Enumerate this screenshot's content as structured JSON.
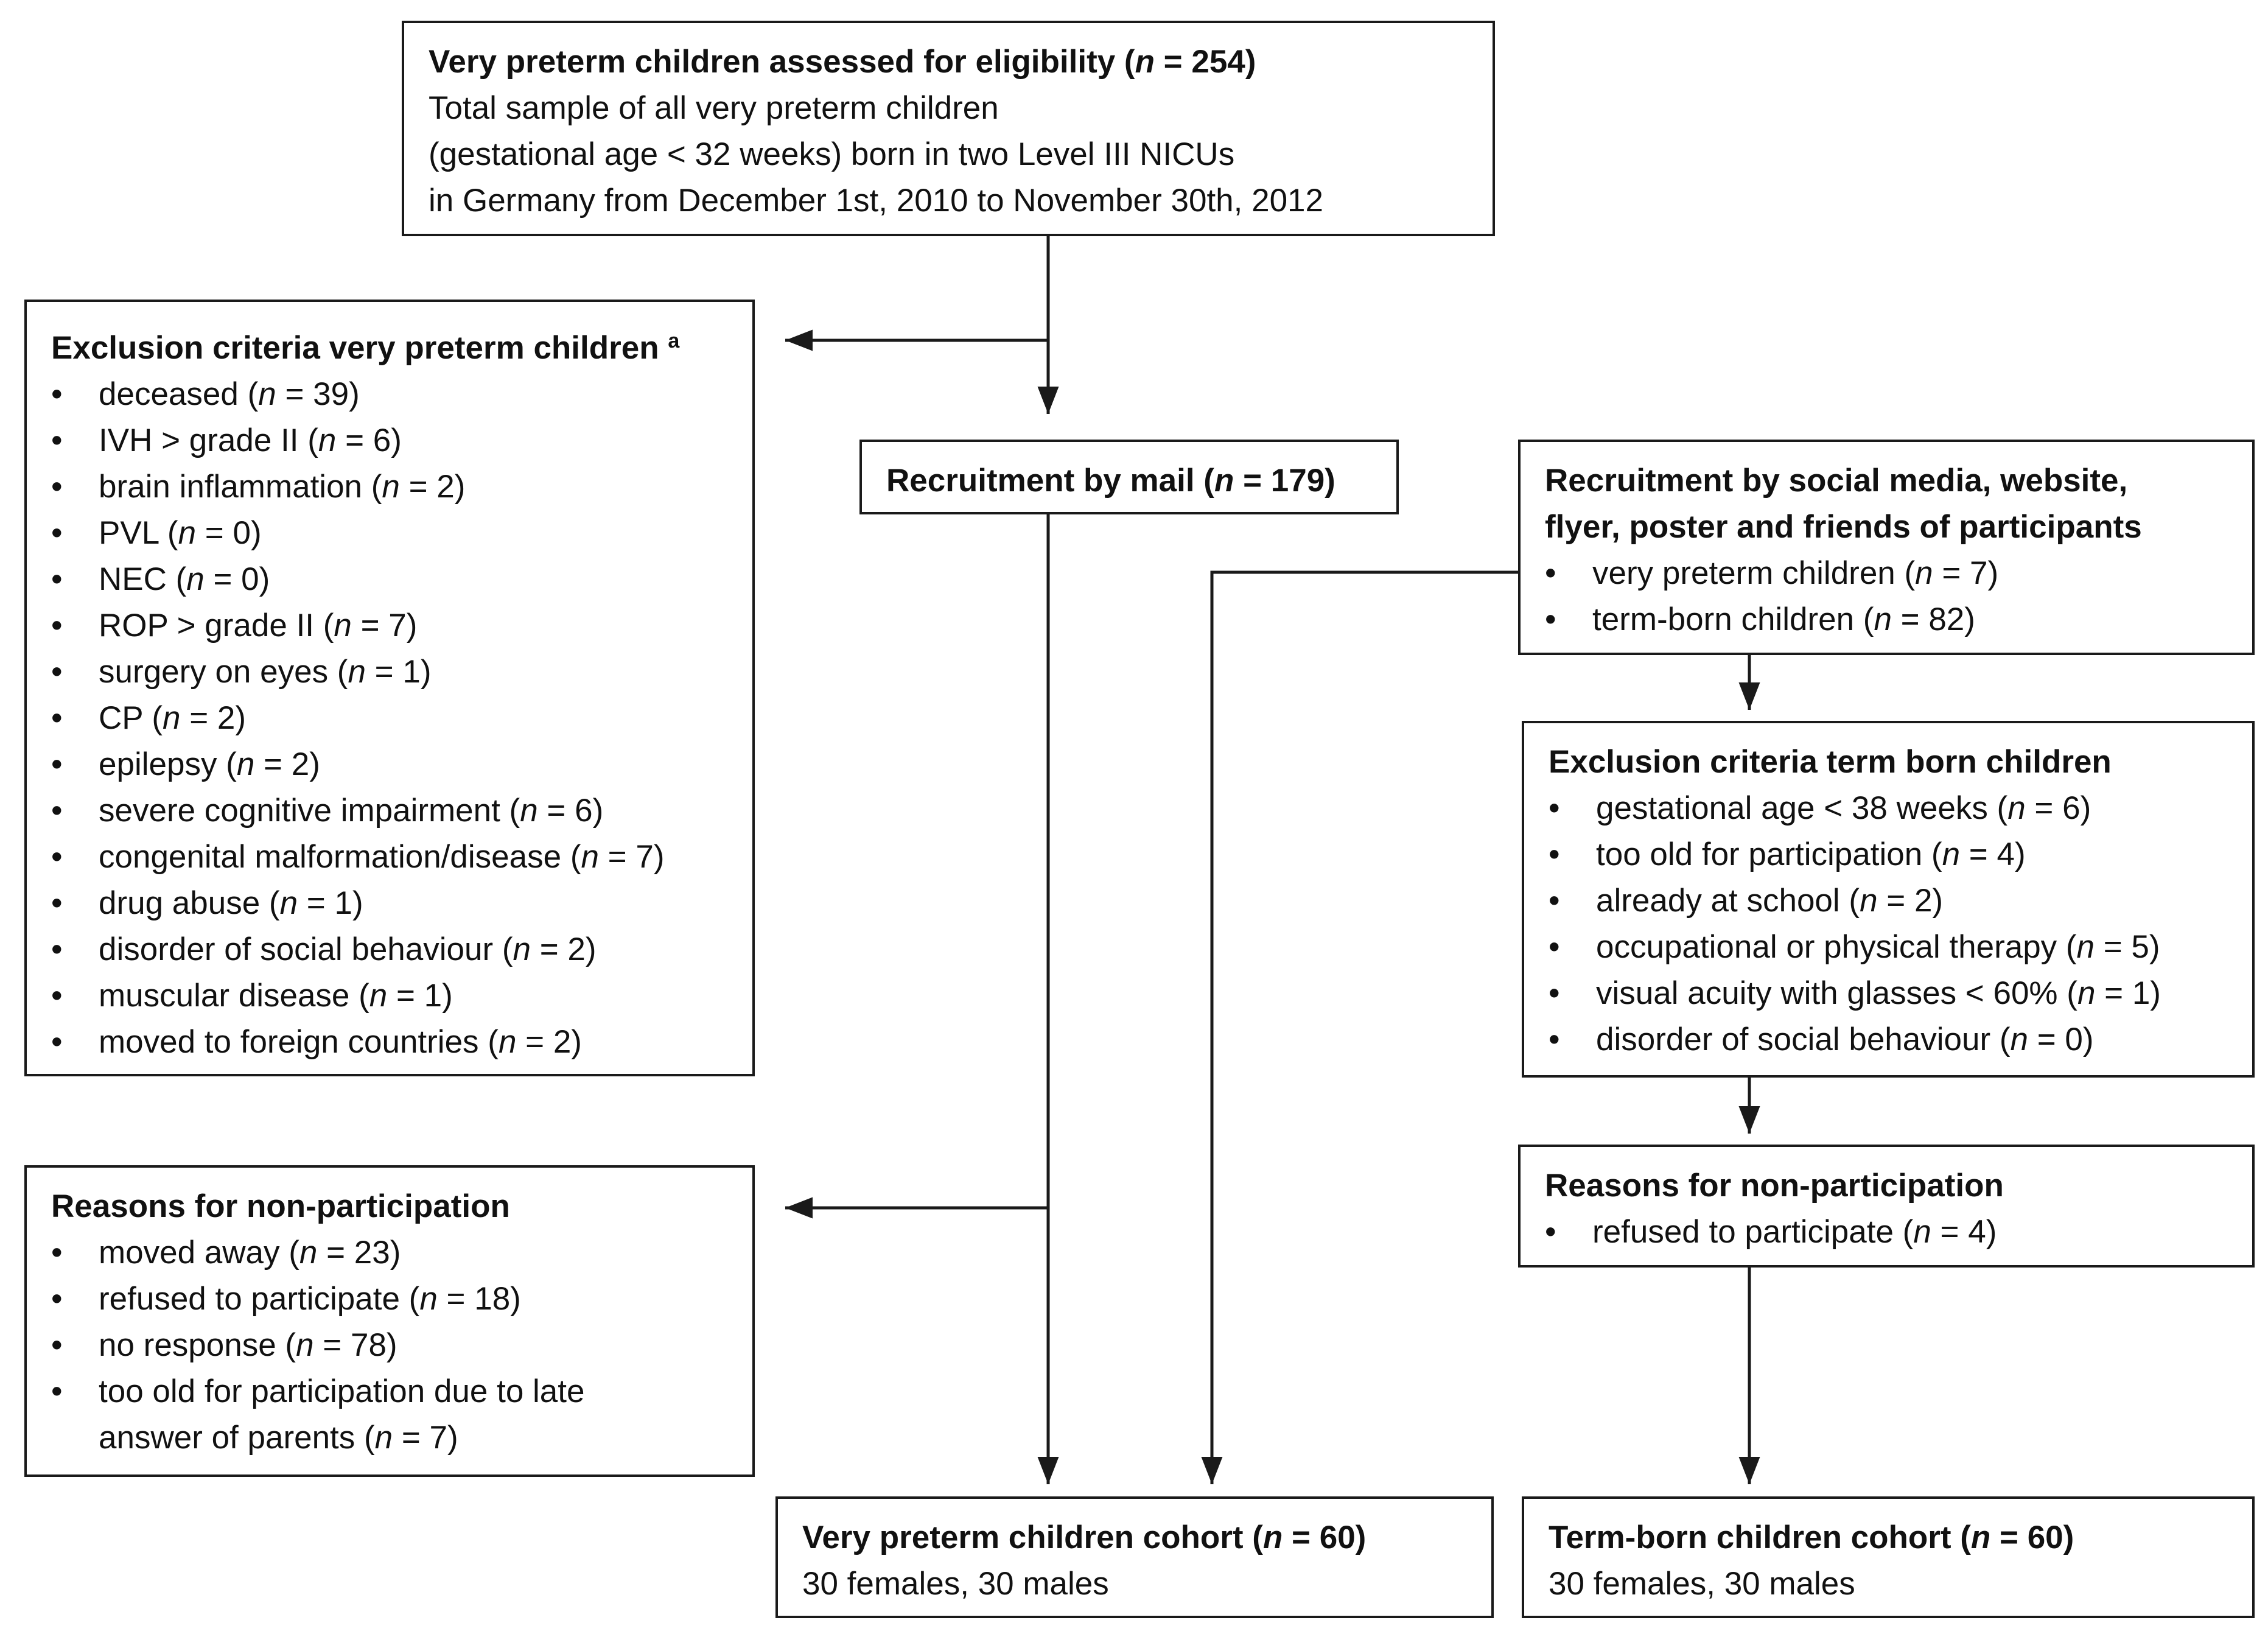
{
  "assessed": {
    "title_prefix": "Very preterm children assessed for eligibility (",
    "n_label": "n",
    "title_suffix": " = 254)",
    "lines": [
      "Total sample of all very preterm children",
      "(gestational age < 32 weeks) born in two Level III NICUs",
      "in Germany from December 1st, 2010 to November 30th, 2012"
    ]
  },
  "exclusion_preterm": {
    "title": "Exclusion criteria very preterm children",
    "footnote_mark": "a",
    "items": [
      {
        "pre": "deceased (",
        "n": "n",
        "post": " = 39)"
      },
      {
        "pre": "IVH > grade II (",
        "n": "n",
        "post": " = 6)"
      },
      {
        "pre": "brain inflammation (",
        "n": "n",
        "post": " = 2)"
      },
      {
        "pre": "PVL (",
        "n": "n",
        "post": " = 0)"
      },
      {
        "pre": "NEC (",
        "n": "n",
        "post": " = 0)"
      },
      {
        "pre": "ROP > grade II (",
        "n": "n",
        "post": " = 7)"
      },
      {
        "pre": "surgery on eyes (",
        "n": "n",
        "post": " = 1)"
      },
      {
        "pre": "CP (",
        "n": "n",
        "post": " = 2)"
      },
      {
        "pre": "epilepsy (",
        "n": "n",
        "post": " = 2)"
      },
      {
        "pre": "severe cognitive impairment (",
        "n": "n",
        "post": " = 6)"
      },
      {
        "pre": "congenital malformation/disease (",
        "n": "n",
        "post": " = 7)"
      },
      {
        "pre": "drug abuse (",
        "n": "n",
        "post": " = 1)"
      },
      {
        "pre": "disorder of social behaviour (",
        "n": "n",
        "post": " = 2)"
      },
      {
        "pre": "muscular disease (",
        "n": "n",
        "post": " = 1)"
      },
      {
        "pre": "moved to foreign countries (",
        "n": "n",
        "post": " = 2)"
      }
    ]
  },
  "recruit_mail": {
    "title_prefix": "Recruitment by mail (",
    "n_label": "n",
    "title_suffix": " = 179)"
  },
  "recruit_social": {
    "title_line1": "Recruitment by social media, website,",
    "title_line2": "flyer, poster and friends of participants",
    "items": [
      {
        "pre": "very preterm children (",
        "n": "n",
        "post": " = 7)"
      },
      {
        "pre": "term-born children (",
        "n": "n",
        "post": " = 82)"
      }
    ]
  },
  "exclusion_term": {
    "title": "Exclusion criteria term born children",
    "items": [
      {
        "pre": "gestational age < 38 weeks (",
        "n": "n",
        "post": " = 6)"
      },
      {
        "pre": "too old for participation (",
        "n": "n",
        "post": " = 4)"
      },
      {
        "pre": "already at school (",
        "n": "n",
        "post": " = 2)"
      },
      {
        "pre": "occupational or physical therapy (",
        "n": "n",
        "post": " = 5)"
      },
      {
        "pre": "visual acuity with glasses < 60% (",
        "n": "n",
        "post": " = 1)"
      },
      {
        "pre": "disorder of social behaviour (",
        "n": "n",
        "post": " = 0)"
      }
    ]
  },
  "nonpart_preterm": {
    "title": "Reasons for non-participation",
    "items": [
      {
        "pre": "moved away (",
        "n": "n",
        "post": " = 23)"
      },
      {
        "pre": "refused to participate (",
        "n": "n",
        "post": " = 18)"
      },
      {
        "pre": "no response (",
        "n": "n",
        "post": " = 78)"
      },
      {
        "pre": "too old for participation due to late",
        "cont_pre": "answer of parents (",
        "n": "n",
        "post": " = 7)"
      }
    ]
  },
  "nonpart_term": {
    "title": "Reasons for non-participation",
    "items": [
      {
        "pre": "refused to participate (",
        "n": "n",
        "post": " = 4)"
      }
    ]
  },
  "cohort_preterm": {
    "title_prefix": "Very preterm children cohort (",
    "n_label": "n",
    "title_suffix": " = 60)",
    "line": "30 females, 30 males"
  },
  "cohort_term": {
    "title_prefix": "Term-born children cohort (",
    "n_label": "n",
    "title_suffix": " = 60)",
    "line": "30 females, 30 males"
  },
  "colors": {
    "line": "#1a1a1a",
    "text": "#111111",
    "background": "#ffffff"
  }
}
